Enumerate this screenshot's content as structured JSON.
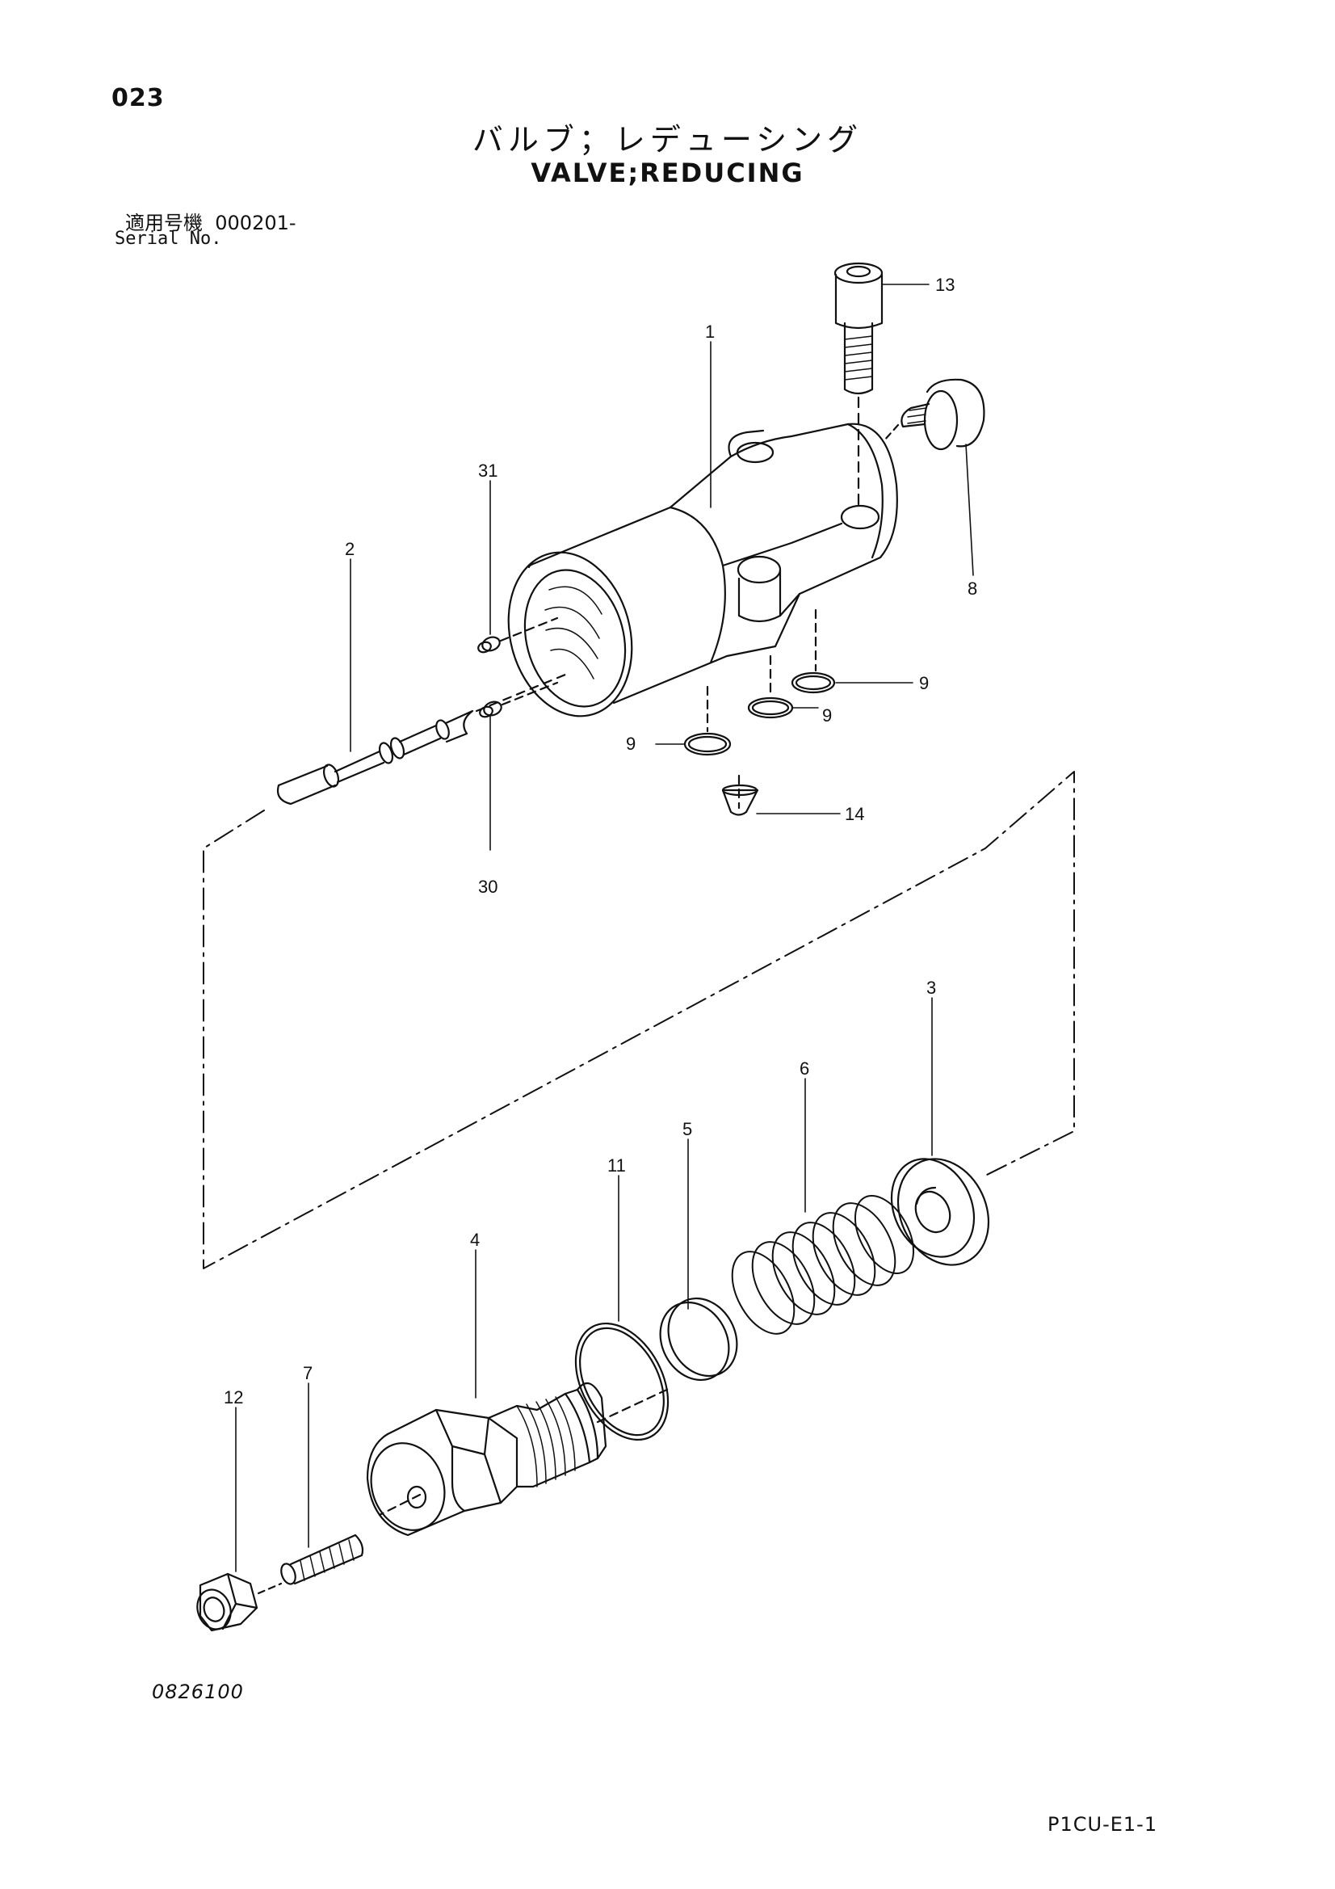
{
  "header": {
    "page_number": "023",
    "title_jp": "バルブ；レデューシング",
    "title_en": "VALVE;REDUCING",
    "serial_label_jp": "適用号機",
    "serial_value": "000201-",
    "serial_label_en": "Serial No."
  },
  "callouts": [
    {
      "id": "c1",
      "label": "1"
    },
    {
      "id": "c2",
      "label": "2"
    },
    {
      "id": "c3",
      "label": "3"
    },
    {
      "id": "c4",
      "label": "4"
    },
    {
      "id": "c5",
      "label": "5"
    },
    {
      "id": "c6",
      "label": "6"
    },
    {
      "id": "c7",
      "label": "7"
    },
    {
      "id": "c8",
      "label": "8"
    },
    {
      "id": "c9a",
      "label": "9"
    },
    {
      "id": "c9b",
      "label": "9"
    },
    {
      "id": "c9c",
      "label": "9"
    },
    {
      "id": "c11",
      "label": "11"
    },
    {
      "id": "c12",
      "label": "12"
    },
    {
      "id": "c13",
      "label": "13"
    },
    {
      "id": "c14",
      "label": "14"
    },
    {
      "id": "c30",
      "label": "30"
    },
    {
      "id": "c31",
      "label": "31"
    }
  ],
  "footer": {
    "drawing_number": "0826100",
    "page_code": "P1CU-E1-1"
  }
}
